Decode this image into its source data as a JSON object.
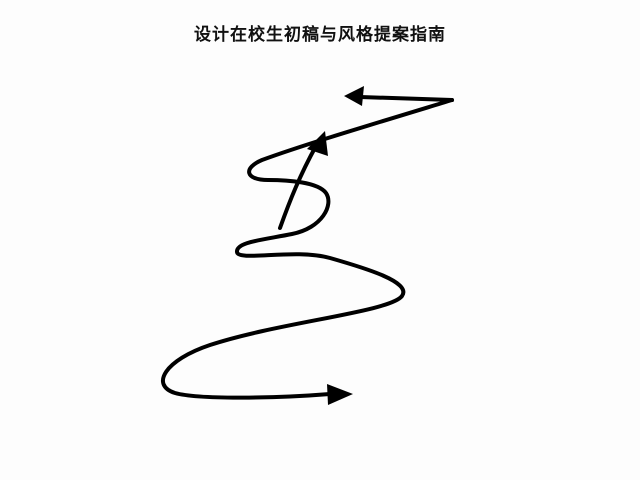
{
  "title": "设计在校生初稿与风格提案指南",
  "stroke_color": "#000000",
  "background_color": "#fdfdfd",
  "elements": {
    "squiggle": "hand-drawn-squiggle-path",
    "arrows": [
      "arrow-up-left-top",
      "arrow-up-right-diagonal",
      "arrow-right-bottom"
    ]
  }
}
